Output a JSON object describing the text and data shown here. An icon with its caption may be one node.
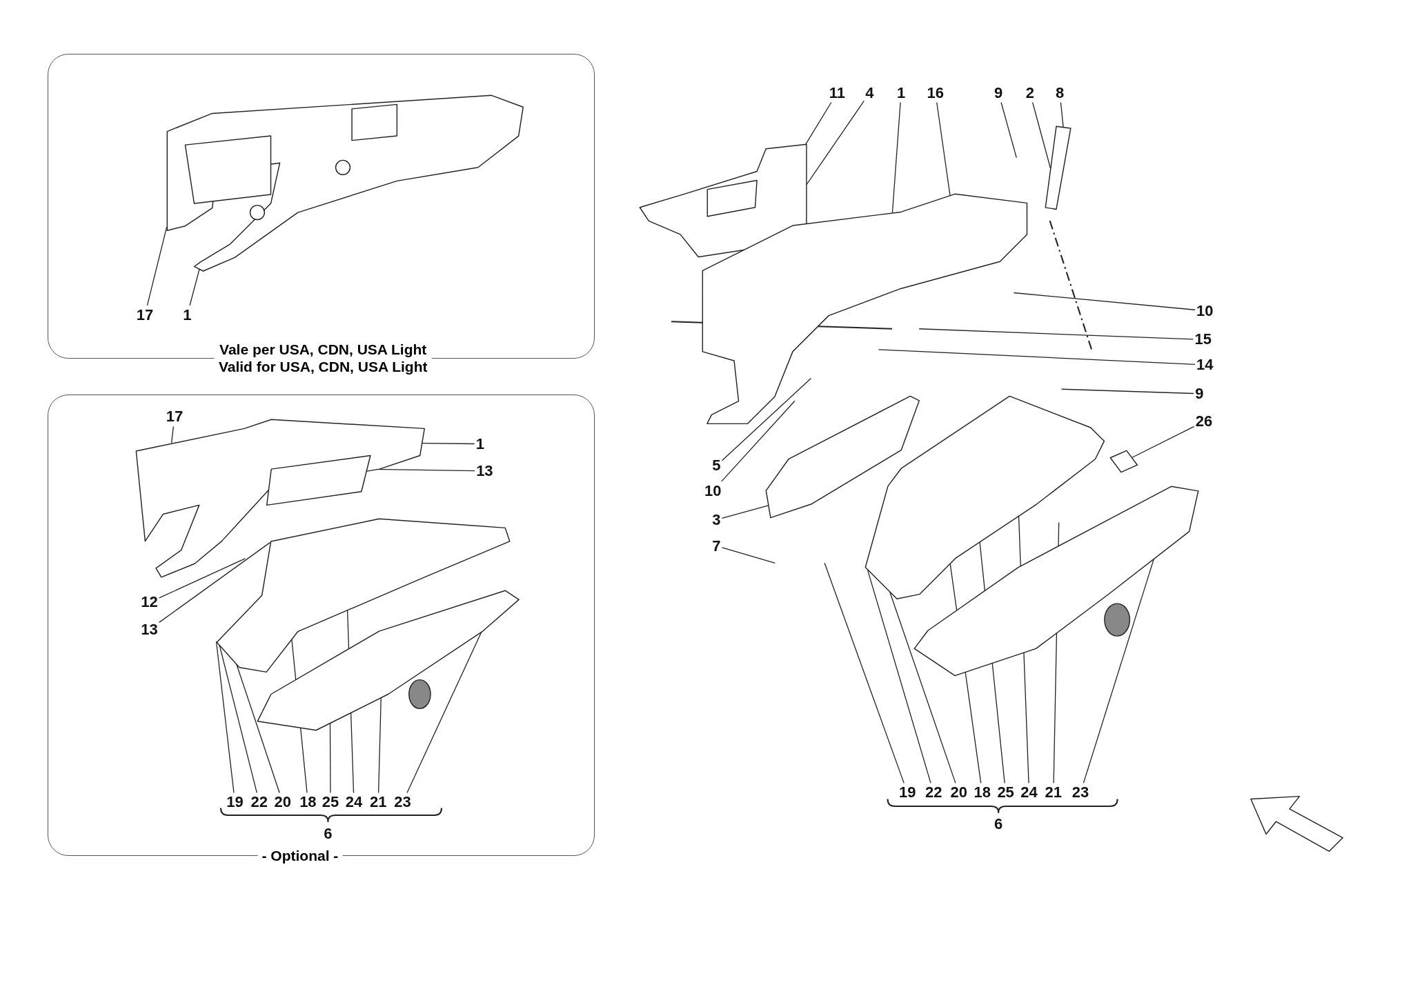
{
  "diagram": {
    "nodes": [
      {
        "text": [
          "Vale per USA, CDN, USA Light",
          "Valid for USA, CDN, USA Light"
        ]
      },
      {
        "text": [
          "17"
        ],
        "in": 0
      },
      {
        "text": [
          "1"
        ],
        "in": 0
      },
      {
        "text": [
          "- Optional -"
        ]
      },
      {
        "text": [
          "17"
        ],
        "in": 3
      },
      {
        "text": [
          "1"
        ],
        "in": 3
      },
      {
        "text": [
          "13"
        ],
        "in": 3
      },
      {
        "text": [
          "12"
        ],
        "in": 3
      },
      {
        "text": [
          "13"
        ],
        "in": 3
      },
      {
        "text": [
          "19"
        ],
        "in": 3
      },
      {
        "text": [
          "22"
        ],
        "in": 3
      },
      {
        "text": [
          "20"
        ],
        "in": 3
      },
      {
        "text": [
          "18"
        ],
        "in": 3
      },
      {
        "text": [
          "25"
        ],
        "in": 3
      },
      {
        "text": [
          "24"
        ],
        "in": 3
      },
      {
        "text": [
          "21"
        ],
        "in": 3
      },
      {
        "text": [
          "23"
        ],
        "in": 3
      },
      {
        "text": [
          "11"
        ]
      },
      {
        "text": [
          "4"
        ]
      },
      {
        "text": [
          "1"
        ]
      },
      {
        "text": [
          "16"
        ]
      },
      {
        "text": [
          "9"
        ]
      },
      {
        "text": [
          "2"
        ]
      },
      {
        "text": [
          "8"
        ]
      },
      {
        "text": [
          "10"
        ]
      },
      {
        "text": [
          "15"
        ]
      },
      {
        "text": [
          "14"
        ]
      },
      {
        "text": [
          "9"
        ]
      },
      {
        "text": [
          "26"
        ]
      },
      {
        "text": [
          "5"
        ]
      },
      {
        "text": [
          "10"
        ]
      },
      {
        "text": [
          "3"
        ]
      },
      {
        "text": [
          "7"
        ]
      },
      {
        "text": [
          "19"
        ]
      },
      {
        "text": [
          "22"
        ]
      },
      {
        "text": [
          "20"
        ]
      },
      {
        "text": [
          "18"
        ]
      },
      {
        "text": [
          "25"
        ]
      },
      {
        "text": [
          "24"
        ]
      },
      {
        "text": [
          "21"
        ]
      },
      {
        "text": [
          "23"
        ]
      },
      {
        "text": [],
        "shape": "picture",
        "in": 0
      },
      {
        "text": [],
        "shape": "picture",
        "in": 3
      },
      {
        "text": [],
        "shape": "picture",
        "in": 3
      },
      {
        "text": [],
        "shape": "picture",
        "in": 3
      },
      {
        "text": [],
        "shape": "picture"
      },
      {
        "text": [],
        "shape": "picture"
      },
      {
        "text": [],
        "shape": "picture"
      },
      {
        "text": [],
        "shape": "picture"
      },
      {
        "text": [],
        "shape": "picture"
      },
      {
        "text": [],
        "shape": "picture"
      },
      {
        "text": [],
        "shape": "picture"
      }
    ],
    "edges": [
      {
        "from": 1,
        "to": 41,
        "arrow": "none"
      },
      {
        "from": 2,
        "to": 41,
        "arrow": "none"
      },
      {
        "from": 4,
        "to": 42,
        "arrow": "none"
      },
      {
        "from": 5,
        "to": 42,
        "arrow": "none"
      },
      {
        "from": 6,
        "to": 42,
        "arrow": "none"
      },
      {
        "from": 7,
        "to": null,
        "arrow": "none"
      },
      {
        "from": 8,
        "to": 43,
        "arrow": "none"
      },
      {
        "from": 9,
        "to": 43,
        "arrow": "none"
      },
      {
        "from": 10,
        "to": 43,
        "arrow": "none"
      },
      {
        "from": 11,
        "to": 43,
        "arrow": "none"
      },
      {
        "from": 12,
        "to": 43,
        "arrow": "none"
      },
      {
        "from": 13,
        "to": 44,
        "arrow": "none"
      },
      {
        "from": 14,
        "to": 43,
        "arrow": "none"
      },
      {
        "from": 15,
        "to": 44,
        "arrow": "none"
      },
      {
        "from": 16,
        "to": 44,
        "arrow": "none"
      },
      {
        "from": 17,
        "to": 45,
        "arrow": "none"
      },
      {
        "from": 18,
        "to": 45,
        "arrow": "none"
      },
      {
        "from": 19,
        "to": 46,
        "arrow": "none"
      },
      {
        "from": 20,
        "to": 46,
        "arrow": "none"
      },
      {
        "from": 21,
        "to": null,
        "arrow": "none"
      },
      {
        "from": 22,
        "to": 47,
        "arrow": "none"
      },
      {
        "from": 23,
        "to": 47,
        "arrow": "none"
      },
      {
        "from": 24,
        "to": null,
        "arrow": "none"
      },
      {
        "from": 25,
        "to": null,
        "arrow": "none"
      },
      {
        "from": 26,
        "to": null,
        "arrow": "none"
      },
      {
        "from": 27,
        "to": null,
        "arrow": "none"
      },
      {
        "from": 28,
        "to": 51,
        "arrow": "none"
      },
      {
        "from": 29,
        "to": null,
        "arrow": "none"
      },
      {
        "from": 30,
        "to": null,
        "arrow": "none"
      },
      {
        "from": 31,
        "to": 49,
        "arrow": "none"
      },
      {
        "from": 32,
        "to": null,
        "arrow": "none"
      },
      {
        "from": 33,
        "to": null,
        "arrow": "none"
      },
      {
        "from": 34,
        "to": 48,
        "arrow": "none"
      },
      {
        "from": 35,
        "to": 48,
        "arrow": "none"
      },
      {
        "from": 36,
        "to": 48,
        "arrow": "none"
      },
      {
        "from": 37,
        "to": 48,
        "arrow": "none"
      },
      {
        "from": 38,
        "to": 48,
        "arrow": "none"
      },
      {
        "from": 39,
        "to": null,
        "arrow": "none"
      },
      {
        "from": 40,
        "to": 50,
        "arrow": "none"
      }
    ],
    "labels": [
      "6",
      "6"
    ]
  }
}
